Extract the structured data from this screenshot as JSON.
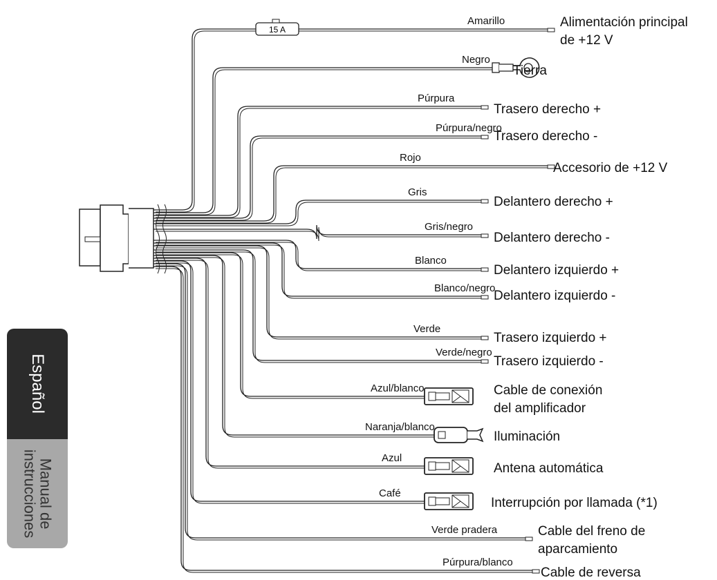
{
  "fuse_label": "15 A",
  "side_tabs": {
    "language": "Español",
    "manual_line1": "Manual de",
    "manual_line2": "instrucciones"
  },
  "colors": {
    "ink": "#222222",
    "tab_dark": "#2b2b2b",
    "tab_light": "#a8a8a8"
  },
  "wires": [
    {
      "color": "Amarillo",
      "function": [
        "Alimentación principal",
        "de +12 V"
      ],
      "terminal": "fused-lead"
    },
    {
      "color": "Negro",
      "function": [
        "Tierra"
      ],
      "terminal": "ring-terminal"
    },
    {
      "color": "Púrpura",
      "function": [
        "Trasero derecho +"
      ],
      "terminal": "bare-end"
    },
    {
      "color": "Púrpura/negro",
      "function": [
        "Trasero derecho -"
      ],
      "terminal": "bare-end"
    },
    {
      "color": "Rojo",
      "function": [
        "Accesorio de +12 V"
      ],
      "terminal": "bare-end"
    },
    {
      "color": "Gris",
      "function": [
        "Delantero derecho +"
      ],
      "terminal": "bare-end"
    },
    {
      "color": "Gris/negro",
      "function": [
        "Delantero derecho -"
      ],
      "terminal": "bare-end"
    },
    {
      "color": "Blanco",
      "function": [
        "Delantero izquierdo +"
      ],
      "terminal": "bare-end"
    },
    {
      "color": "Blanco/negro",
      "function": [
        "Delantero izquierdo -"
      ],
      "terminal": "bare-end"
    },
    {
      "color": "Verde",
      "function": [
        "Trasero izquierdo +"
      ],
      "terminal": "bare-end"
    },
    {
      "color": "Verde/negro",
      "function": [
        "Trasero izquierdo -"
      ],
      "terminal": "bare-end"
    },
    {
      "color": "Azul/blanco",
      "function": [
        "Cable de conexión",
        "del amplificador"
      ],
      "terminal": "female-connector"
    },
    {
      "color": "Naranja/blanco",
      "function": [
        "Iluminación"
      ],
      "terminal": "male-connector"
    },
    {
      "color": "Azul",
      "function": [
        "Antena automática"
      ],
      "terminal": "female-connector"
    },
    {
      "color": "Café",
      "function": [
        "Interrupción por llamada (*1)"
      ],
      "terminal": "female-connector"
    },
    {
      "color": "Verde pradera",
      "function": [
        "Cable del freno de",
        "aparcamiento"
      ],
      "terminal": "bare-end"
    },
    {
      "color": "Púrpura/blanco",
      "function": [
        "Cable de reversa"
      ],
      "terminal": "bare-end"
    }
  ]
}
